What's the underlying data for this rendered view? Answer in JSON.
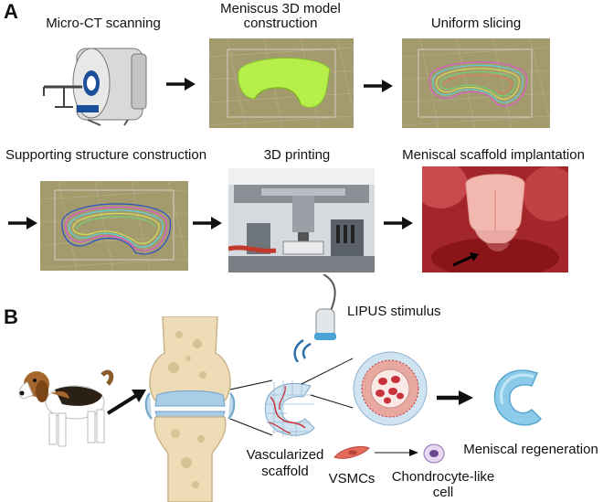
{
  "panel_a": {
    "letter": "A",
    "steps": [
      {
        "label": "Micro-CT scanning"
      },
      {
        "label": "Meniscus 3D model\nconstruction"
      },
      {
        "label": "Uniform slicing"
      },
      {
        "label": "Supporting structure construction"
      },
      {
        "label": "3D printing"
      },
      {
        "label": "Meniscal scaffold implantation"
      }
    ]
  },
  "panel_b": {
    "letter": "B",
    "lipus_label": "LIPUS stimulus",
    "scaffold_label_1": "Vascularized",
    "scaffold_label_2": "scaffold",
    "vsmc_label": "VSMCs",
    "chondrocyte_label_1": "Chondrocyte-like",
    "chondrocyte_label_2": "cell",
    "regeneration_label": "Meniscal regeneration"
  },
  "colors": {
    "olive_bg": "#a39a6e",
    "meniscus_green": "#b6ef4a",
    "bone": "#eddcb6",
    "cartilage_blue": "#a9cde6",
    "meniscus_blue": "#8ccbea",
    "vessel_red": "#c8323a",
    "arrow": "#111111"
  }
}
